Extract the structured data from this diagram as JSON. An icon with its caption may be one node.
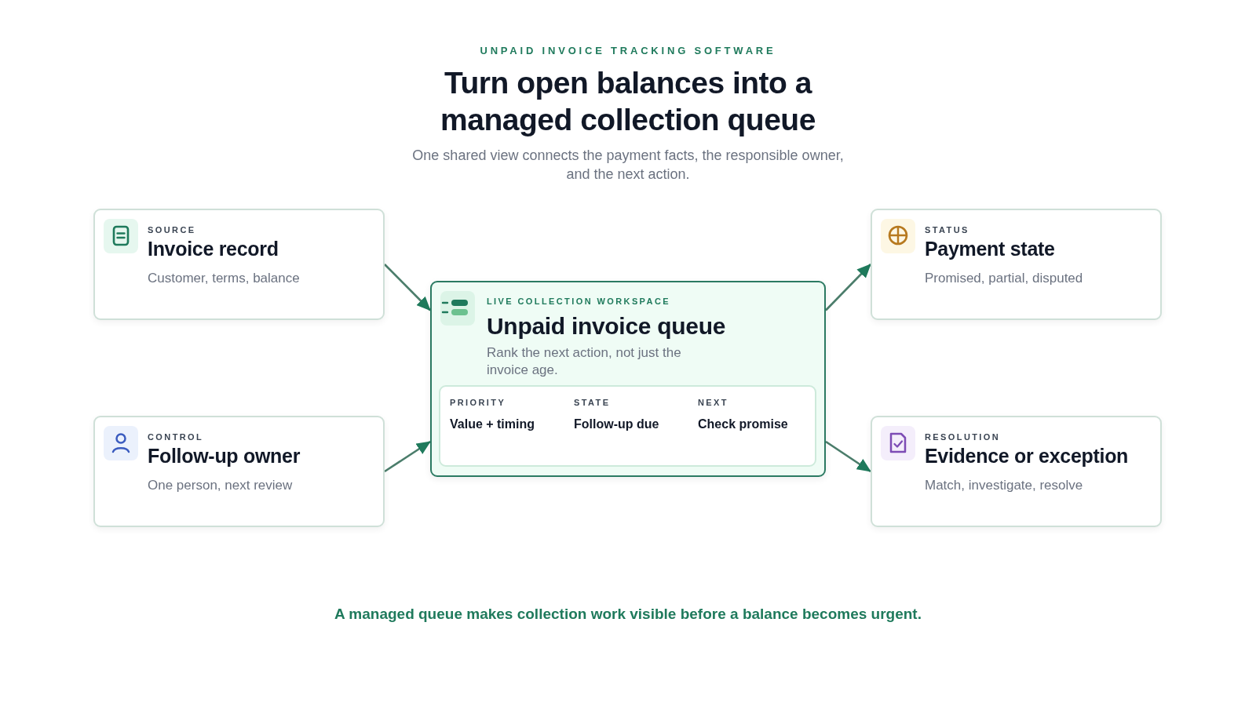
{
  "diagram": {
    "title": "Turn open balances into a managed collection queue",
    "caption": "A managed queue makes collection work visible before a balance becomes urgent.",
    "nodes": [
      {
        "text": [
          "SOURCE",
          "Invoice record",
          "Customer, terms, balance"
        ]
      },
      {
        "text": [
          "CONTROL",
          "Follow-up owner",
          "One person, next review"
        ]
      },
      {
        "text": [
          "LIVE COLLECTION WORKSPACE",
          "Unpaid invoice queue",
          "Rank the next action, not just the invoice age."
        ]
      },
      {
        "text": [
          "PRIORITY",
          "Value + timing",
          "STATE",
          "Follow-up due",
          "NEXT",
          "Check promise"
        ],
        "in": 2
      },
      {
        "text": [
          "STATUS",
          "Payment state",
          "Promised, partial, disputed"
        ]
      },
      {
        "text": [
          "RESOLUTION",
          "Evidence or exception",
          "Match, investigate, resolve"
        ]
      }
    ],
    "edges": [
      {
        "from": 0,
        "to": 2,
        "arrow": "to"
      },
      {
        "from": 1,
        "to": 2,
        "arrow": "to"
      },
      {
        "from": 2,
        "to": 4,
        "arrow": "to"
      },
      {
        "from": 2,
        "to": 5,
        "arrow": "to"
      }
    ],
    "labels": [
      "UNPAID INVOICE TRACKING SOFTWARE",
      "One shared view connects the payment facts, the responsible owner, and the next action."
    ]
  }
}
